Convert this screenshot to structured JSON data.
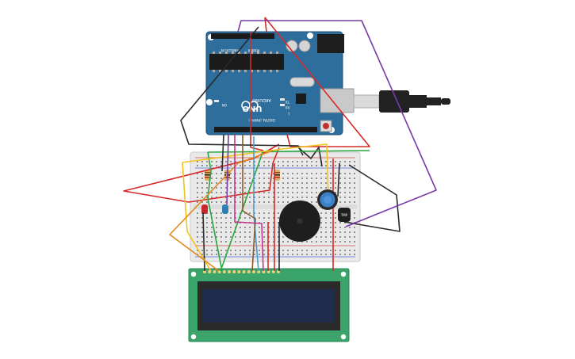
{
  "arduino": {
    "model": "UNO",
    "brand": "ARDUINO",
    "power_label": "POWER",
    "analog_label": "ANALOG IN",
    "digital_label": "DIGITAL (PWM~)",
    "on_label": "ON",
    "tx_label": "TX",
    "rx_label": "RX",
    "l_label": "L",
    "board_color": "#2d6e9c",
    "chip_color": "#1b1b1b"
  },
  "lcd": {
    "pcb_color": "#3aa46a",
    "screen_color": "#1f2c4c",
    "pin_count": 16
  },
  "sensor": {
    "label": "TMP"
  },
  "wire_colors": {
    "red": "#d62a2a",
    "black": "#2a2a2a",
    "purple": "#7a3aa8",
    "green": "#2aa642",
    "yellow": "#f2c21b",
    "orange": "#e08a1e",
    "blue": "#4a9cc9",
    "pink": "#c8348d",
    "brown": "#8a5a2a"
  }
}
